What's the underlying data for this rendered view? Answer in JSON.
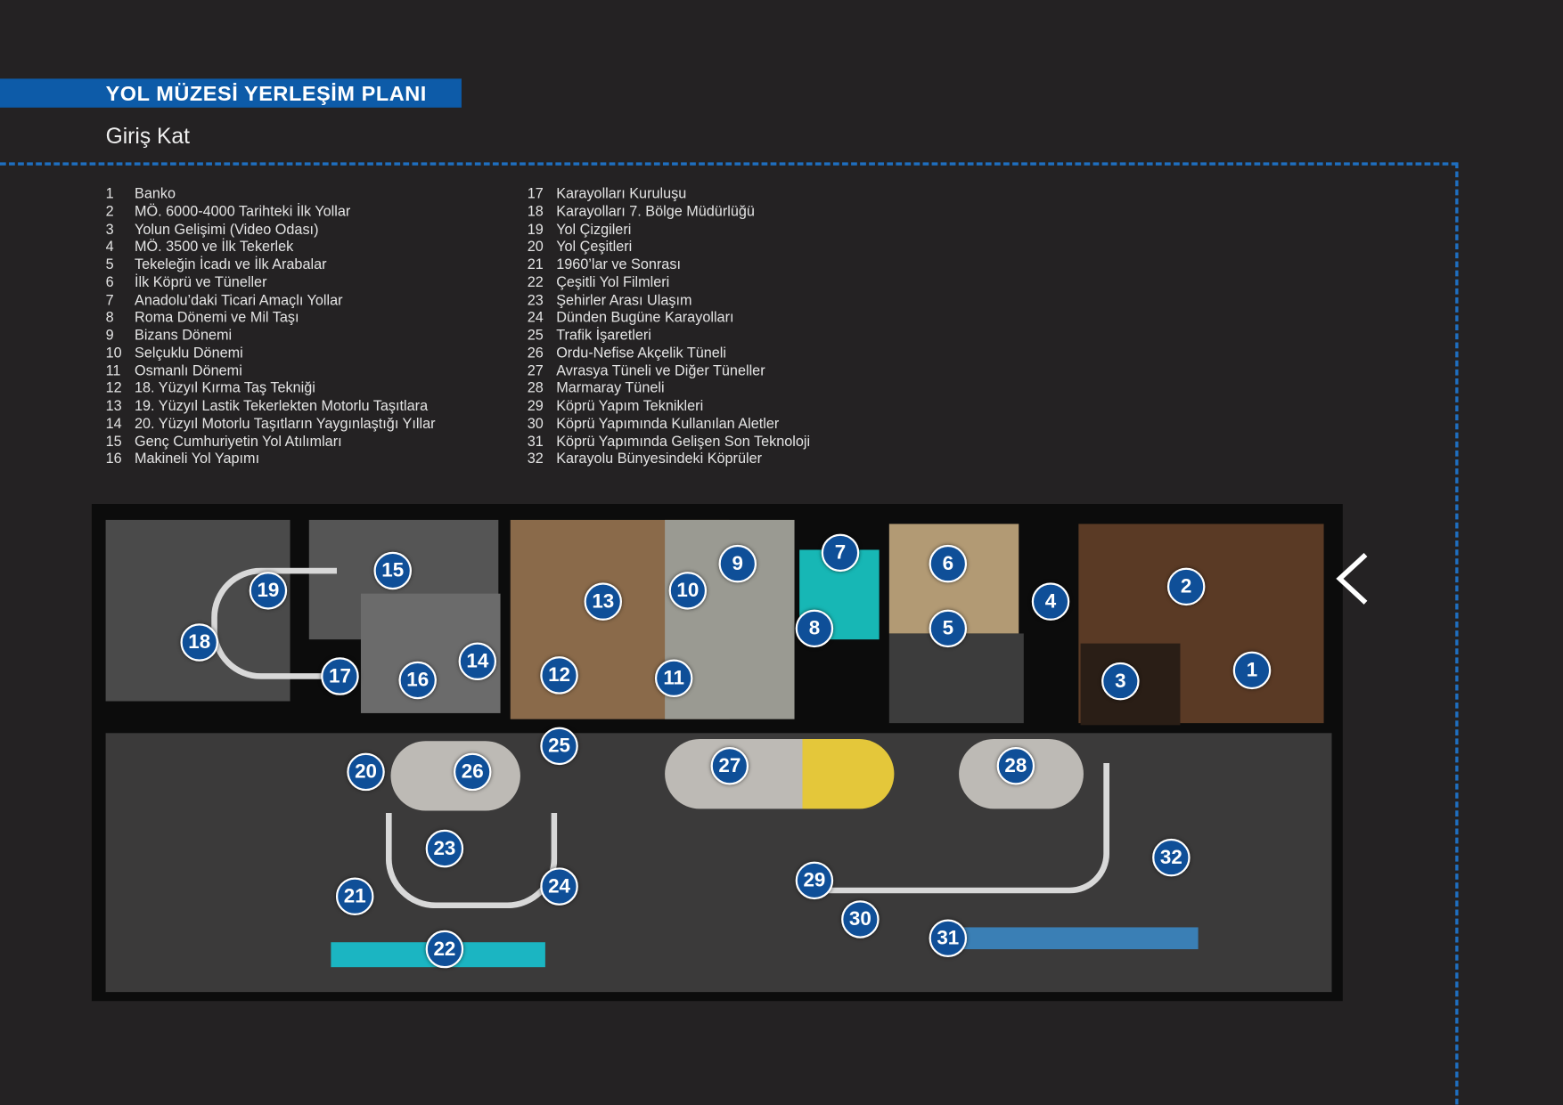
{
  "header": {
    "title": "YOL MÜZESİ YERLEŞİM PLANI",
    "subtitle": "Giriş Kat"
  },
  "legend": {
    "left": [
      {
        "num": "1",
        "label": "Banko"
      },
      {
        "num": "2",
        "label": "MÖ. 6000-4000 Tarihteki İlk Yollar"
      },
      {
        "num": "3",
        "label": "Yolun Gelişimi (Video Odası)"
      },
      {
        "num": "4",
        "label": "MÖ. 3500 ve İlk Tekerlek"
      },
      {
        "num": "5",
        "label": "Tekeleğin İcadı ve İlk Arabalar"
      },
      {
        "num": "6",
        "label": "İlk Köprü ve Tüneller"
      },
      {
        "num": "7",
        "label": "Anadolu’daki Ticari Amaçlı Yollar"
      },
      {
        "num": "8",
        "label": "Roma Dönemi ve Mil Taşı"
      },
      {
        "num": "9",
        "label": "Bizans Dönemi"
      },
      {
        "num": "10",
        "label": "Selçuklu Dönemi"
      },
      {
        "num": "11",
        "label": "Osmanlı Dönemi"
      },
      {
        "num": "12",
        "label": "18. Yüzyıl Kırma Taş Tekniği"
      },
      {
        "num": "13",
        "label": "19. Yüzyıl Lastik Tekerlekten Motorlu Taşıtlara"
      },
      {
        "num": "14",
        "label": "20. Yüzyıl Motorlu Taşıtların Yaygınlaştığı Yıllar"
      },
      {
        "num": "15",
        "label": "Genç Cumhuriyetin Yol Atılımları"
      },
      {
        "num": "16",
        "label": "Makineli Yol Yapımı"
      }
    ],
    "right": [
      {
        "num": "17",
        "label": "Karayolları Kuruluşu"
      },
      {
        "num": "18",
        "label": "Karayolları 7. Bölge Müdürlüğü"
      },
      {
        "num": "19",
        "label": "Yol Çizgileri"
      },
      {
        "num": "20",
        "label": "Yol Çeşitleri"
      },
      {
        "num": "21",
        "label": "1960’lar ve Sonrası"
      },
      {
        "num": "22",
        "label": "Çeşitli Yol Filmleri"
      },
      {
        "num": "23",
        "label": "Şehirler Arası Ulaşım"
      },
      {
        "num": "24",
        "label": "Dünden Bugüne Karayolları"
      },
      {
        "num": "25",
        "label": "Trafik İşaretleri"
      },
      {
        "num": "26",
        "label": "Ordu-Nefise Akçelik Tüneli"
      },
      {
        "num": "27",
        "label": "Avrasya Tüneli ve Diğer Tüneller"
      },
      {
        "num": "28",
        "label": "Marmaray Tüneli"
      },
      {
        "num": "29",
        "label": "Köprü Yapım Teknikleri"
      },
      {
        "num": "30",
        "label": "Köprü Yapımında Kullanılan Aletler"
      },
      {
        "num": "31",
        "label": "Köprü Yapımında Gelişen Son Teknoloji"
      },
      {
        "num": "32",
        "label": "Karayolu Bünyesindeki Köprüler"
      }
    ]
  },
  "markers": [
    "1",
    "2",
    "3",
    "4",
    "5",
    "6",
    "7",
    "8",
    "9",
    "10",
    "11",
    "12",
    "13",
    "14",
    "15",
    "16",
    "17",
    "18",
    "19",
    "20",
    "21",
    "22",
    "23",
    "24",
    "25",
    "26",
    "27",
    "28",
    "29",
    "30",
    "31",
    "32"
  ],
  "colors": {
    "accent": "#0d5ba8",
    "marker": "#0f4f98",
    "background": "#242223"
  }
}
